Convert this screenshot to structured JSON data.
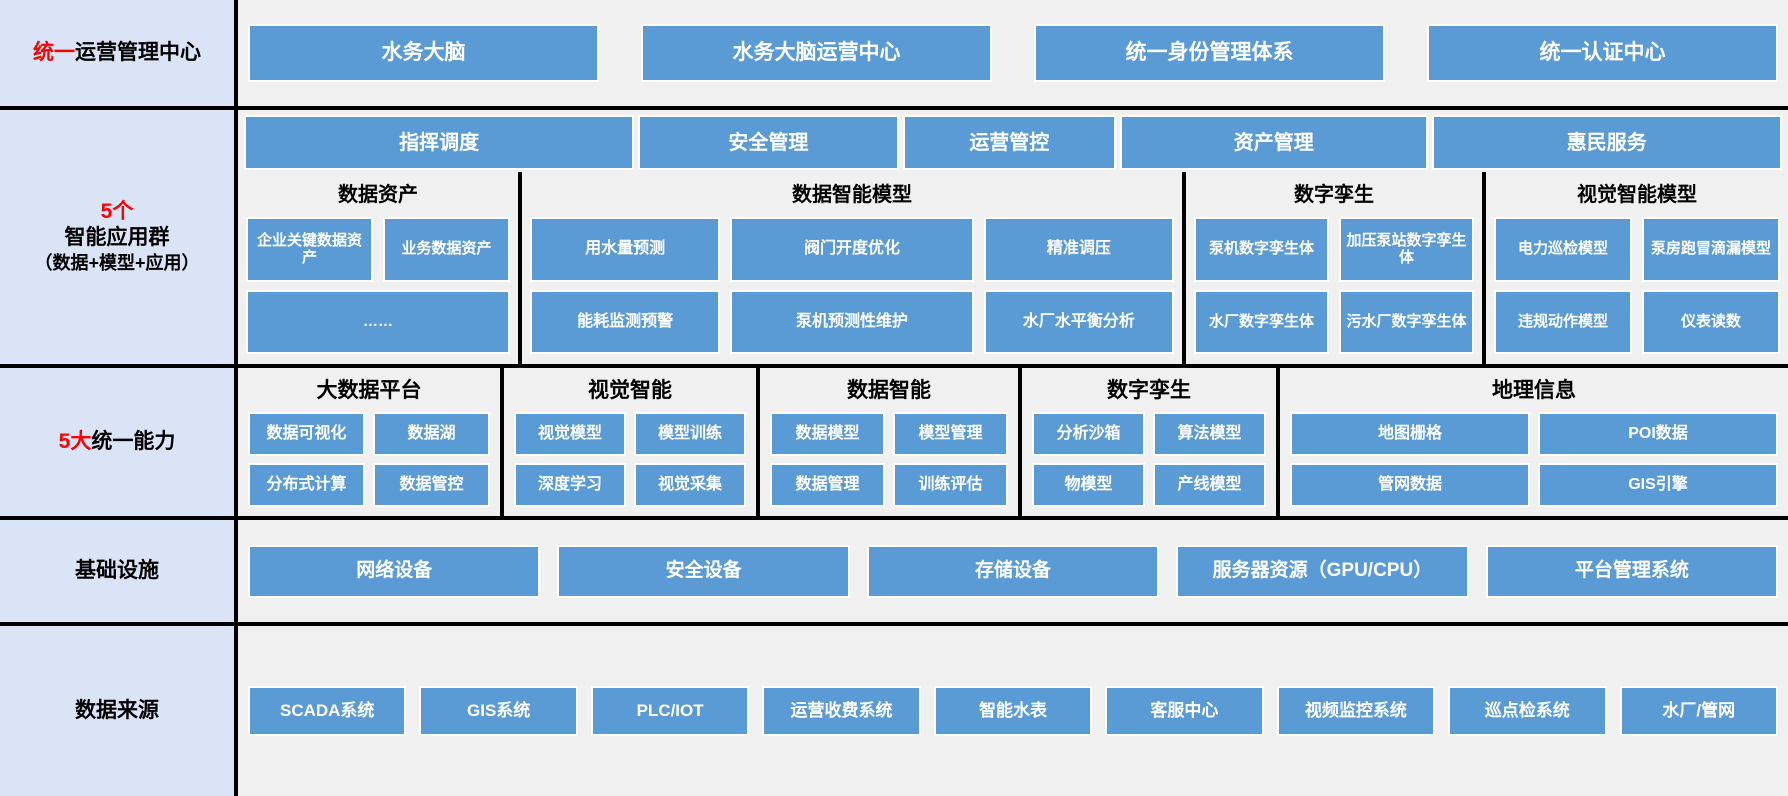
{
  "colors": {
    "chip_blue": "#5b9bd5",
    "label_bg": "#dbe3f7",
    "panel_bg": "#f0f0f0",
    "accent_red": "#ff0000",
    "frame_black": "#000000"
  },
  "rows": {
    "operation_center": {
      "label_red": "统一",
      "label_black": "运营管理中心",
      "items": [
        "水务大脑",
        "水务大脑运营中心",
        "统一身份管理体系",
        "统一认证中心"
      ]
    },
    "application_group": {
      "label_red": "5个",
      "label_black": "智能应用群",
      "label_sub": "（数据+模型+应用）",
      "top_items": [
        "指挥调度",
        "安全管理",
        "运营管控",
        "资产管理",
        "惠民服务"
      ],
      "groups": [
        {
          "title": "数据资产",
          "items": [
            "企业关键数据资产",
            "业务数据资产",
            "……"
          ]
        },
        {
          "title": "数据智能模型",
          "items": [
            "用水量预测",
            "阀门开度优化",
            "精准调压",
            "能耗监测预警",
            "泵机预测性维护",
            "水厂水平衡分析"
          ]
        },
        {
          "title": "数字孪生",
          "items": [
            "泵机数字孪生体",
            "加压泵站数字孪生体",
            "水厂数字孪生体",
            "污水厂数字孪生体"
          ]
        },
        {
          "title": "视觉智能模型",
          "items": [
            "电力巡检模型",
            "泵房跑冒滴漏模型",
            "违规动作模型",
            "仪表读数"
          ]
        }
      ]
    },
    "unified_capabilities": {
      "label_red": "5大",
      "label_black": "统一能力",
      "groups": [
        {
          "title": "大数据平台",
          "items": [
            "数据可视化",
            "数据湖",
            "分布式计算",
            "数据管控"
          ]
        },
        {
          "title": "视觉智能",
          "items": [
            "视觉模型",
            "模型训练",
            "深度学习",
            "视觉采集"
          ]
        },
        {
          "title": "数据智能",
          "items": [
            "数据模型",
            "模型管理",
            "数据管理",
            "训练评估"
          ]
        },
        {
          "title": "数字孪生",
          "items": [
            "分析沙箱",
            "算法模型",
            "物模型",
            "产线模型"
          ]
        },
        {
          "title": "地理信息",
          "items": [
            "地图栅格",
            "POI数据",
            "管网数据",
            "GIS引擎"
          ]
        }
      ]
    },
    "infrastructure": {
      "label": "基础设施",
      "items": [
        "网络设备",
        "安全设备",
        "存储设备",
        "服务器资源（GPU/CPU）",
        "平台管理系统"
      ]
    },
    "data_sources": {
      "label": "数据来源",
      "items": [
        "SCADA系统",
        "GIS系统",
        "PLC/IOT",
        "运营收费系统",
        "智能水表",
        "客服中心",
        "视频监控系统",
        "巡点检系统",
        "水厂/管网"
      ]
    }
  }
}
